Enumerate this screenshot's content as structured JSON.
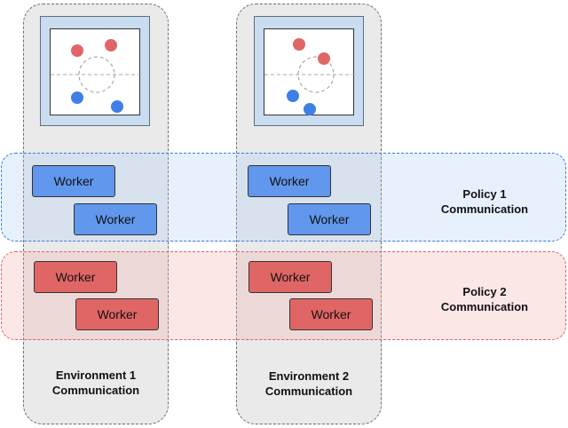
{
  "environments": [
    {
      "line1": "Environment 1",
      "line2": "Communication"
    },
    {
      "line1": "Environment 2",
      "line2": "Communication"
    }
  ],
  "policies": [
    {
      "line1": "Policy 1",
      "line2": "Communication",
      "color": "#3d78d8",
      "worker_color": "#6197ec"
    },
    {
      "line1": "Policy 2",
      "line2": "Communication",
      "color": "#e06060",
      "worker_color": "#e06666"
    }
  ],
  "worker_label": "Worker",
  "agent_colors": {
    "red": "#e06666",
    "blue": "#3f7fe6"
  }
}
